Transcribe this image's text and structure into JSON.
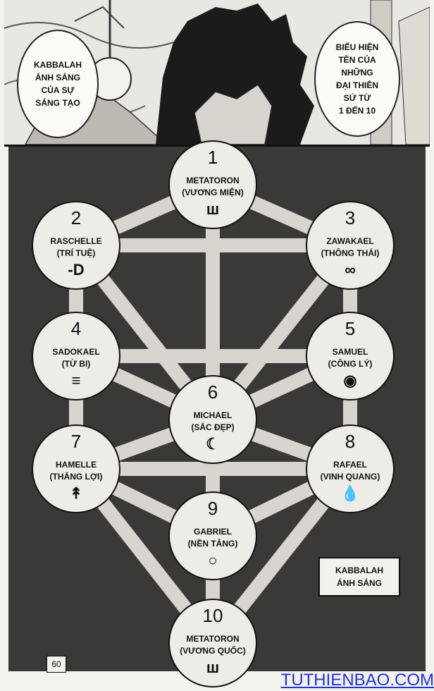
{
  "top_panel": {
    "left_bubble": "KABBALAH\nÁNH SÁNG\nCỦA SỰ\nSÁNG TẠO",
    "right_bubble": "BIỂU HIỆN\nTÊN CỦA\nNHỮNG\nĐẠI THIÊN\nSỨ TỪ\n1 ĐẾN 10"
  },
  "nodes": [
    {
      "id": 1,
      "number": "1",
      "name": "METATORON",
      "subtitle": "(VƯƠNG MIỆN)",
      "icon": "crown-glyph-icon",
      "glyph": "ш"
    },
    {
      "id": 2,
      "number": "2",
      "name": "RASCHELLE",
      "subtitle": "(TRÍ TUỆ)",
      "icon": "arrow-d-glyph-icon",
      "glyph": "-D"
    },
    {
      "id": 3,
      "number": "3",
      "name": "ZAWAKAEL",
      "subtitle": "(THÔNG THÁI)",
      "icon": "infinity-icon",
      "glyph": "∞"
    },
    {
      "id": 4,
      "number": "4",
      "name": "SADOKAEL",
      "subtitle": "(TỪ BI)",
      "icon": "triple-bar-icon",
      "glyph": "≡"
    },
    {
      "id": 5,
      "number": "5",
      "name": "SAMUEL",
      "subtitle": "(CÔNG LÝ)",
      "icon": "eye-icon",
      "glyph": "◉"
    },
    {
      "id": 6,
      "number": "6",
      "name": "MICHAEL",
      "subtitle": "(SẮC ĐẸP)",
      "icon": "crescent-icon",
      "glyph": "☾"
    },
    {
      "id": 7,
      "number": "7",
      "name": "HAMELLE",
      "subtitle": "(THẮNG LỢI)",
      "icon": "arrow-up-icon",
      "glyph": "↟"
    },
    {
      "id": 8,
      "number": "8",
      "name": "RAFAEL",
      "subtitle": "(VINH QUANG)",
      "icon": "drop-icon",
      "glyph": "💧"
    },
    {
      "id": 9,
      "number": "9",
      "name": "GABRIEL",
      "subtitle": "(NỀN TẢNG)",
      "icon": "circle-icon",
      "glyph": "○"
    },
    {
      "id": 10,
      "number": "10",
      "name": "METATORON",
      "subtitle": "(VƯƠNG QUỐC)",
      "icon": "crown-glyph-icon",
      "glyph": "ш"
    }
  ],
  "paths": [
    [
      1,
      2
    ],
    [
      1,
      3
    ],
    [
      1,
      6
    ],
    [
      2,
      3
    ],
    [
      2,
      4
    ],
    [
      2,
      6
    ],
    [
      3,
      5
    ],
    [
      3,
      6
    ],
    [
      4,
      5
    ],
    [
      4,
      6
    ],
    [
      4,
      7
    ],
    [
      5,
      6
    ],
    [
      5,
      8
    ],
    [
      6,
      7
    ],
    [
      6,
      8
    ],
    [
      6,
      9
    ],
    [
      7,
      8
    ],
    [
      7,
      9
    ],
    [
      7,
      10
    ],
    [
      8,
      9
    ],
    [
      8,
      10
    ],
    [
      9,
      10
    ]
  ],
  "caption": {
    "line1": "KABBALAH",
    "line2": "ÁNH SÁNG"
  },
  "page_number": "60",
  "watermark": "TUTHIENBAO.COM",
  "colors": {
    "background_dark": "#3a3938",
    "circle_fill": "#eeece7",
    "ink": "#111111",
    "watermark": "#2233dd"
  }
}
